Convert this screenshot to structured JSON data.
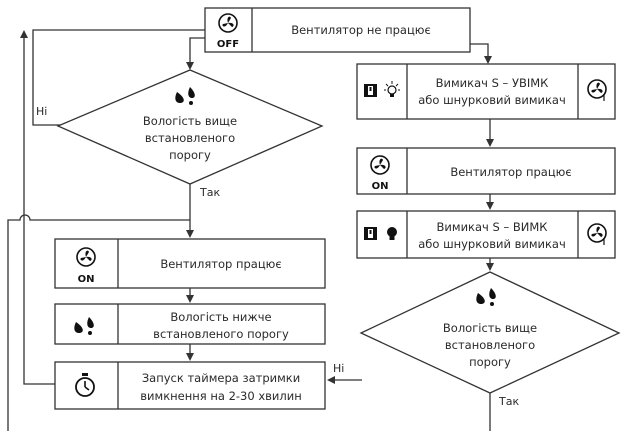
{
  "nodes": {
    "fan_off": {
      "icon_label": "OFF",
      "text": "Вентилятор не працює"
    },
    "switch_on": {
      "line1": "Вимикач S – УВІМК",
      "line2": "або шнурковий вимикач"
    },
    "fan_running_right": {
      "icon_label": "ON",
      "text": "Вентилятор працює"
    },
    "switch_off": {
      "line1": "Вимикач S – ВИМК",
      "line2": "або шнурковий вимикач"
    },
    "decision_left": {
      "line1": "Вологість вище",
      "line2": "встановленого",
      "line3": "порогу"
    },
    "decision_right": {
      "line1": "Вологість вище",
      "line2": "встановленого",
      "line3": "порогу"
    },
    "fan_running_left": {
      "icon_label": "ON",
      "text": "Вентилятор працює"
    },
    "humidity_below": {
      "line1": "Вологість нижче",
      "line2": "встановленого порогу"
    },
    "timer": {
      "line1": "Запуск таймера затримки",
      "line2": "вимкнення на 2-30 хвилин"
    }
  },
  "edge_labels": {
    "left_no": "Ні",
    "left_yes": "Так",
    "right_no": "Ні",
    "right_yes": "Так"
  },
  "icons": [
    "fan-icon",
    "humidity-drops-icon",
    "switch-icon",
    "bulb-on-icon",
    "bulb-off-icon",
    "stopwatch-icon"
  ]
}
